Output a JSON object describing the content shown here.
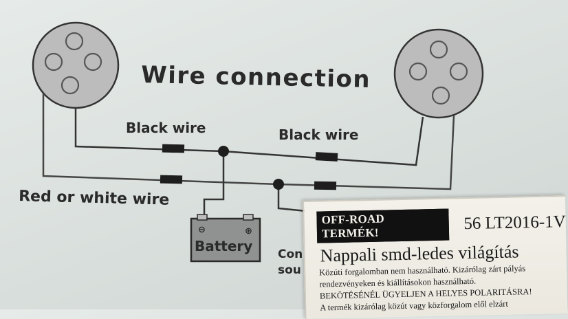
{
  "diagram": {
    "title": "Wire connection",
    "label_black_wire_left": "Black wire",
    "label_black_wire_right": "Black wire",
    "label_red_white_wire": "Red or white wire",
    "battery_label": "Battery",
    "battery_minus": "⊖",
    "battery_plus": "⊕",
    "control_source_line1": "Con",
    "control_source_line2": "sou"
  },
  "sticker": {
    "badge": "OFF-ROAD TERMÉK!",
    "code": "56 LT2016-1V",
    "title": "Nappali smd-ledes világítás",
    "line1": "Közúti forgalomban nem használható. Kizárólag zárt pályás",
    "line2": "rendezvényeken és kiállításokon használható.",
    "line3": "BEKÖTÉSÉNÉL ÜGYELJEN A HELYES POLARITÁSRA!",
    "line4": "A termék kizárólag közút vagy közforgalom elől elzárt"
  }
}
